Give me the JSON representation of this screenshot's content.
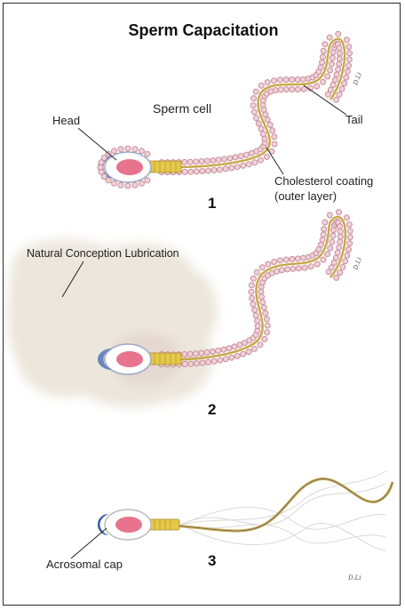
{
  "title": "Sperm Capacitation",
  "panel1": {
    "number": "1",
    "label_head": "Head",
    "label_sperm_cell": "Sperm cell",
    "label_tail": "Tail",
    "label_cholesterol_line1": "Cholesterol coating",
    "label_cholesterol_line2": "(outer layer)"
  },
  "panel2": {
    "number": "2",
    "label_lubrication": "Natural Conception Lubrication"
  },
  "panel3": {
    "number": "3",
    "label_acrosomal": "Acrosomal cap"
  },
  "colors": {
    "bead": "#c98d9b",
    "bead_fill": "#efd2d8",
    "nucleus": "#e8738c",
    "acrosome": "#3f66b5",
    "midpiece": "#e6c84a",
    "tail_core": "#c9a84a"
  }
}
